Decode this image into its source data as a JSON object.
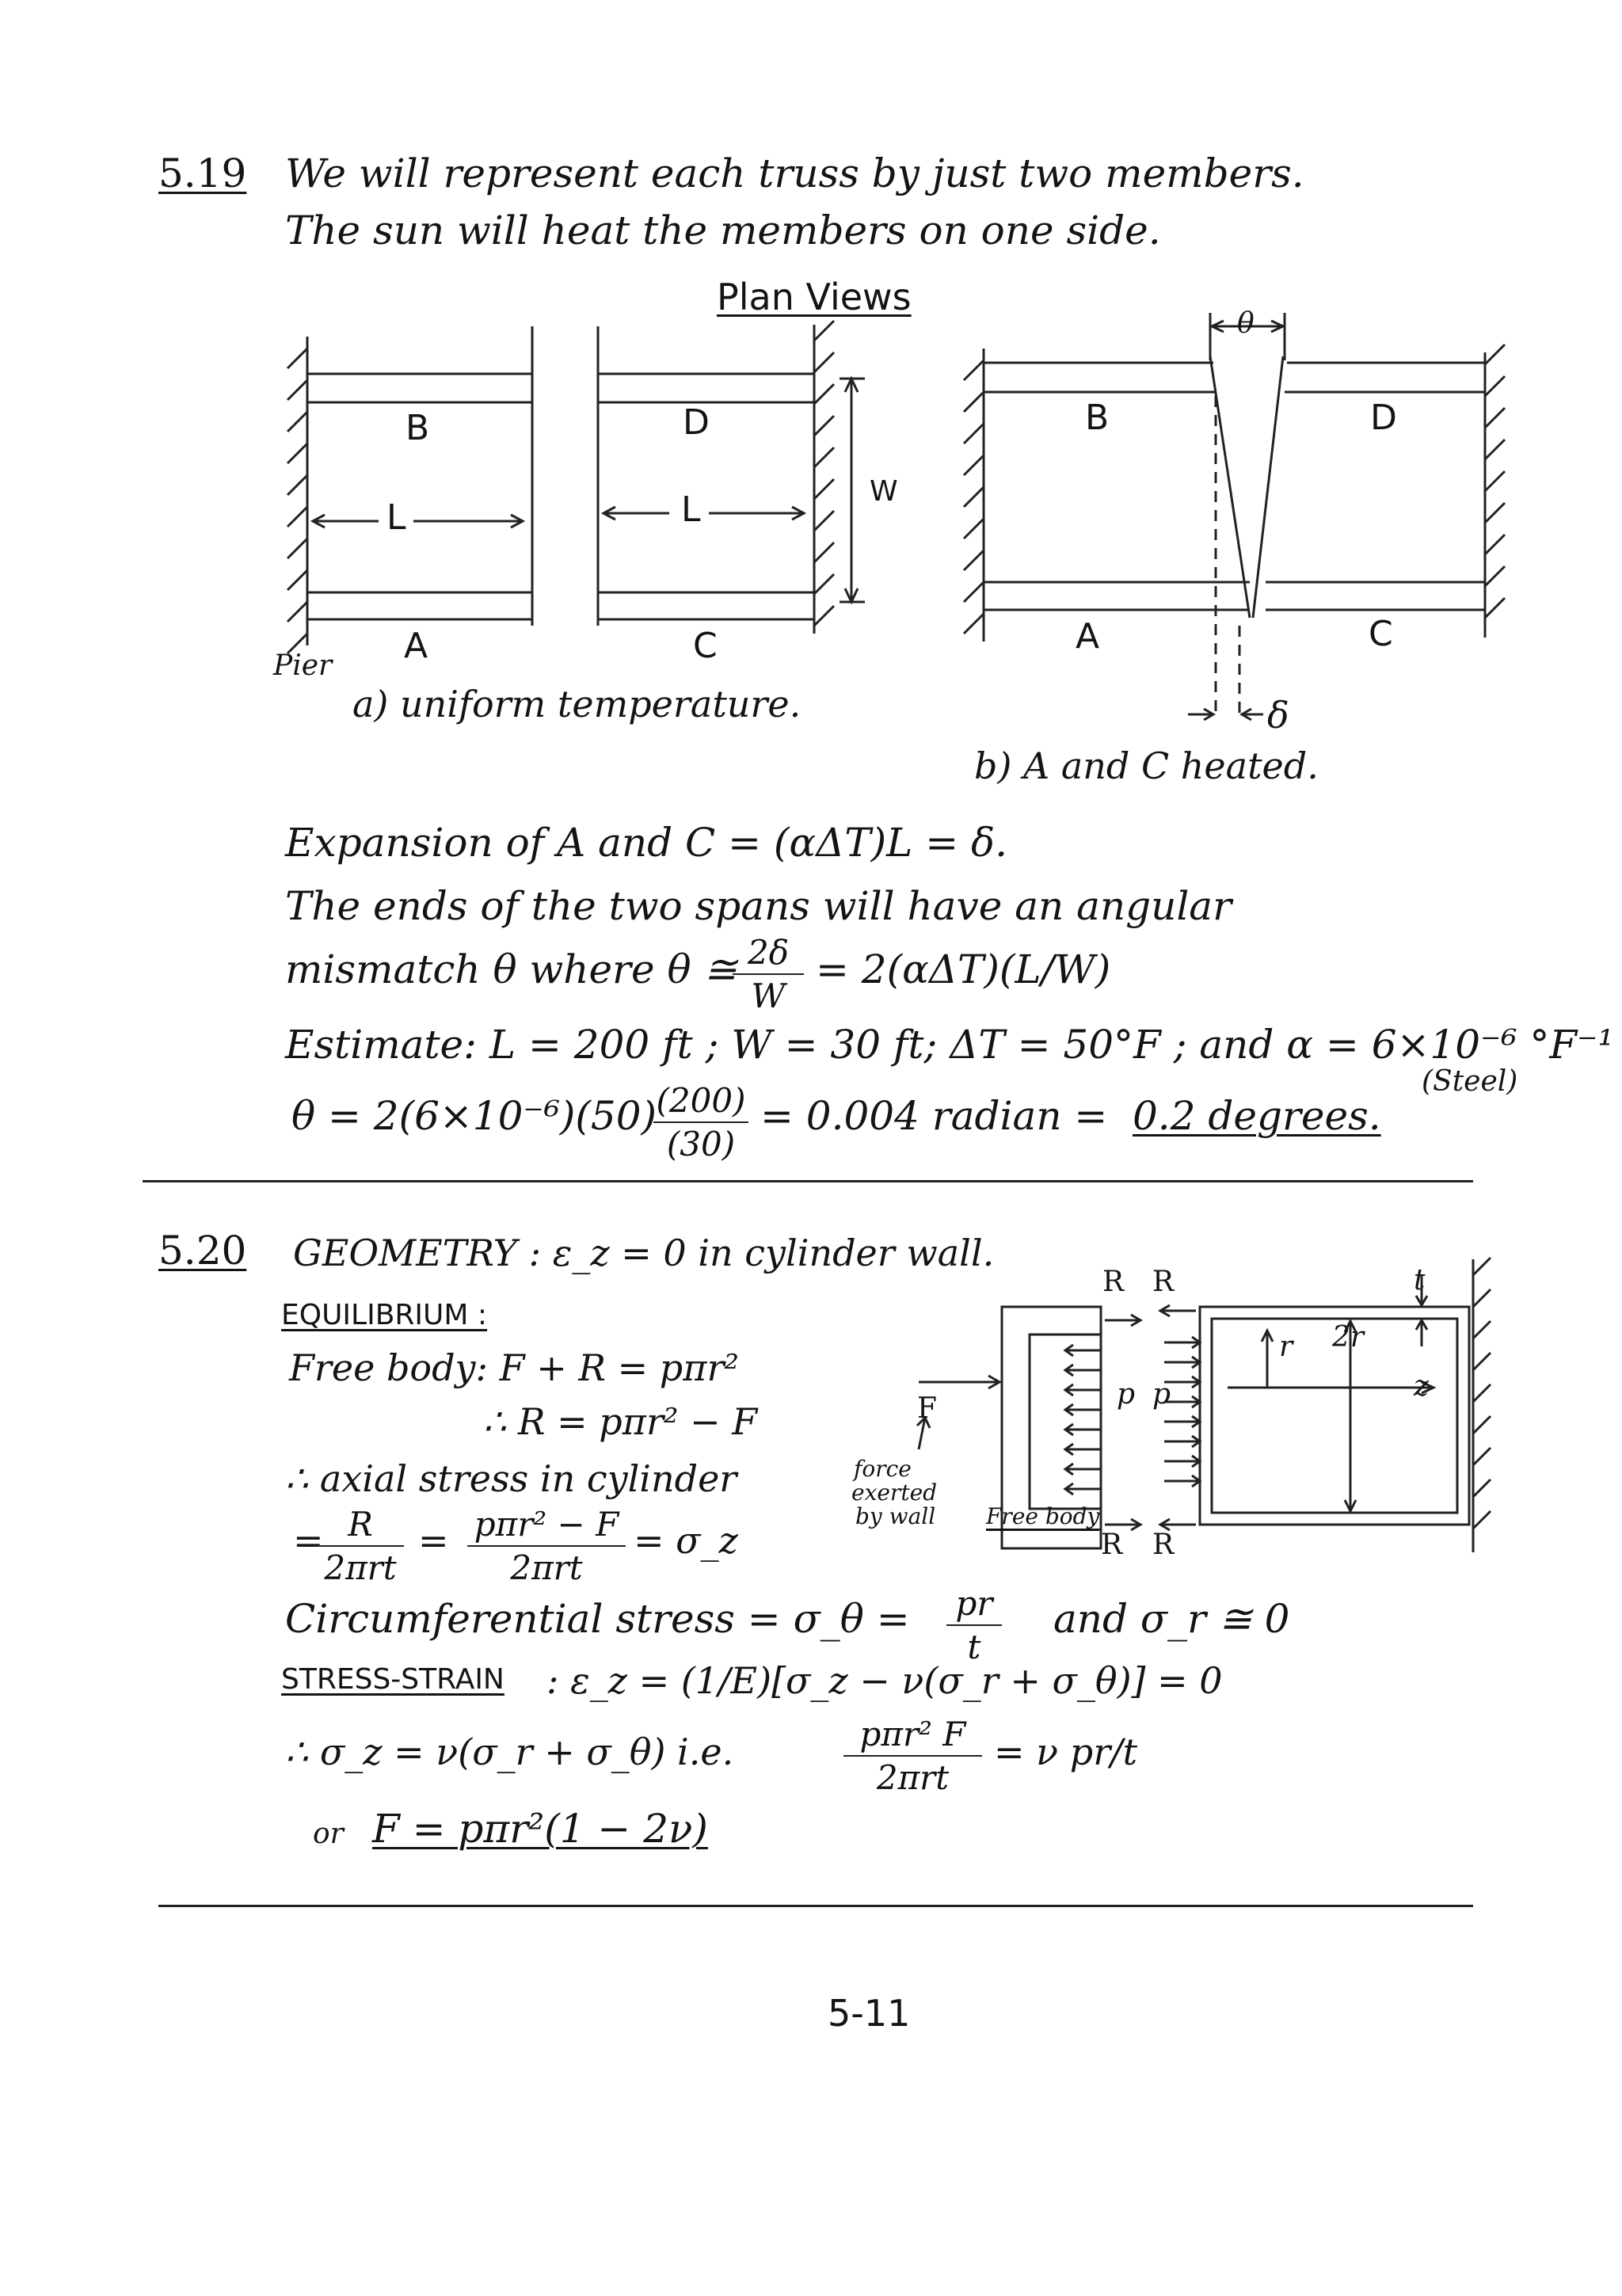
{
  "p519": {
    "num": "5.19",
    "line1": "We will represent each truss by just two members.",
    "line2": "The sun will heat the members on one side.",
    "plan_title": "Plan Views",
    "fig_a": {
      "labels": {
        "B": "B",
        "D": "D",
        "A": "A",
        "C": "C",
        "L1": "L",
        "L2": "L",
        "W": "W",
        "pier": "Pier"
      },
      "caption": "a) uniform temperature."
    },
    "fig_b": {
      "labels": {
        "B": "B",
        "D": "D",
        "A": "A",
        "C": "C",
        "theta": "θ",
        "delta": "δ"
      },
      "caption": "b) A and C heated."
    },
    "eq1": "Expansion of A and C = (αΔT)L = δ.",
    "eq2": "The ends of the two spans will have an angular",
    "eq3a": "mismatch θ where θ ≅",
    "eq3_num": "2δ",
    "eq3_den": "W",
    "eq3b": "= 2(αΔT)(L/W)",
    "eq4": "Estimate: L = 200 ft ; W = 30 ft; ΔT = 50°F ; and α = 6×10⁻⁶ °F⁻¹",
    "eq4_note": "(Steel)",
    "eq5a": "θ = 2(6×10⁻⁶)(50)",
    "eq5_num": "(200)",
    "eq5_den": "(30)",
    "eq5b": "= 0.004 radian =",
    "eq5c": "0.2 degrees."
  },
  "p520": {
    "num": "5.20",
    "geom": "GEOMETRY : ε_z = 0 in cylinder wall.",
    "equil": "EQUILIBRIUM :",
    "fb1": "Free body: F + R = pπr²",
    "fb2": "∴ R = pπr² − F",
    "axial": "∴ axial stress in cylinder",
    "ax_eq": "=",
    "ax_num1": "R",
    "ax_den1": "2πrt",
    "ax_num2": "pπr² − F",
    "ax_den2": "2πrt",
    "ax_tail": "= σ_z",
    "circ": "Circumferential stress = σ_θ =",
    "circ_num": "pr",
    "circ_den": "t",
    "circ_tail": "and σ_r ≅ 0",
    "ss_label": "STRESS-STRAIN",
    "ss_eq": ": ε_z = (1/E)[σ_z − ν(σ_r + σ_θ)] = 0",
    "so": "∴ σ_z = ν(σ_r + σ_θ)   i.e.",
    "ie_num": "pπr² F",
    "ie_den": "2πrt",
    "ie_tail": "= ν pr/t",
    "or": "or",
    "final": "F = pπr²(1 − 2ν)",
    "fig": {
      "R1": "R",
      "R2": "R",
      "R3": "R",
      "R4": "R",
      "t": "t",
      "F": "F",
      "p1": "p",
      "p2": "p",
      "r": "r",
      "two_r": "2r",
      "z": "z",
      "force_note1": "force",
      "force_note2": "exerted",
      "force_note3": "by wall",
      "free_body": "Free body"
    }
  },
  "footer": {
    "page": "5-11"
  }
}
